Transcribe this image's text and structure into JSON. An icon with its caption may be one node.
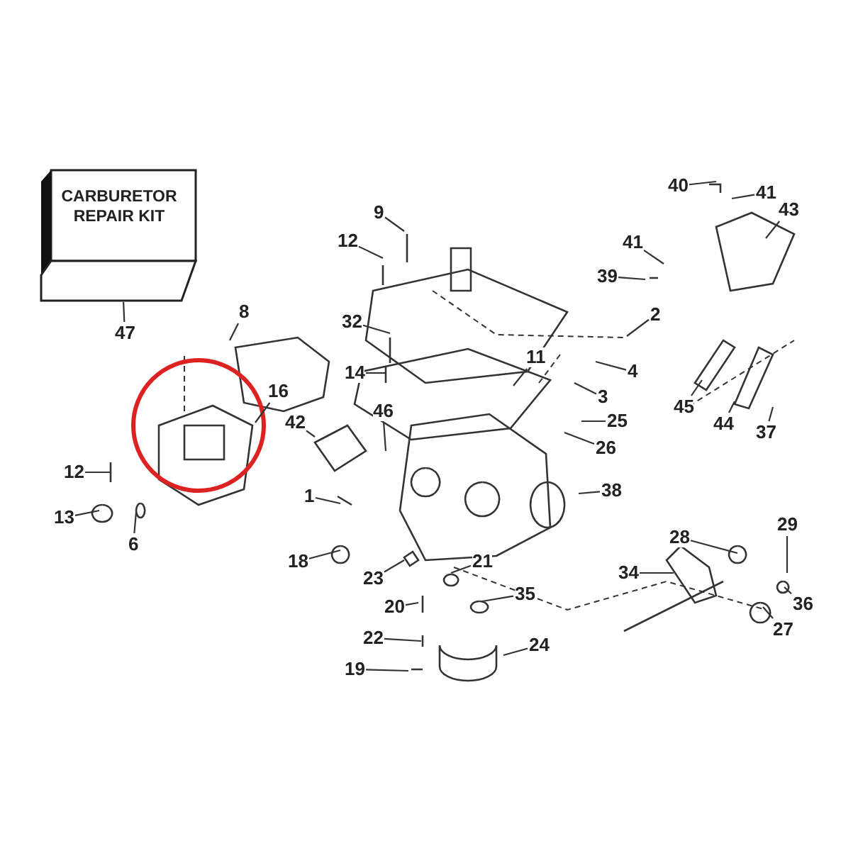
{
  "diagram": {
    "nodes": [
      {
        "text": [
          "CARBURETOR REPAIR KIT"
        ]
      },
      {
        "text": [
          "40"
        ]
      },
      {
        "text": [
          "41"
        ]
      },
      {
        "text": [
          "43"
        ]
      },
      {
        "text": [
          "9"
        ]
      },
      {
        "text": [
          "12"
        ]
      },
      {
        "text": [
          "41"
        ]
      },
      {
        "text": [
          "39"
        ]
      },
      {
        "text": [
          "8"
        ]
      },
      {
        "text": [
          "2"
        ]
      },
      {
        "text": [
          "32"
        ]
      },
      {
        "text": [
          "47"
        ]
      },
      {
        "text": [
          "11"
        ]
      },
      {
        "text": [
          "14"
        ]
      },
      {
        "text": [
          "4"
        ]
      },
      {
        "text": [
          "3"
        ]
      },
      {
        "text": [
          "16"
        ]
      },
      {
        "text": [
          "45"
        ]
      },
      {
        "text": [
          "46"
        ]
      },
      {
        "text": [
          "42"
        ]
      },
      {
        "text": [
          "25"
        ]
      },
      {
        "text": [
          "44"
        ]
      },
      {
        "text": [
          "37"
        ]
      },
      {
        "text": [
          "26"
        ]
      },
      {
        "text": [
          "12"
        ]
      },
      {
        "text": [
          "38"
        ]
      },
      {
        "text": [
          "1"
        ]
      },
      {
        "text": [
          "13"
        ]
      },
      {
        "text": [
          "29"
        ]
      },
      {
        "text": [
          "28"
        ]
      },
      {
        "text": [
          "6"
        ]
      },
      {
        "text": [
          "18"
        ]
      },
      {
        "text": [
          "21"
        ]
      },
      {
        "text": [
          "34"
        ]
      },
      {
        "text": [
          "23"
        ]
      },
      {
        "text": [
          "35"
        ]
      },
      {
        "text": [
          "36"
        ]
      },
      {
        "text": [
          "20"
        ]
      },
      {
        "text": [
          "27"
        ]
      },
      {
        "text": [
          "22"
        ]
      },
      {
        "text": [
          "24"
        ]
      },
      {
        "text": [
          "19"
        ]
      }
    ],
    "edges": [
      {
        "from": 1,
        "to": null,
        "arrow": "none"
      },
      {
        "from": 2,
        "to": null,
        "arrow": "none"
      },
      {
        "from": 3,
        "to": null,
        "arrow": "none"
      },
      {
        "from": 4,
        "to": null,
        "arrow": "none"
      },
      {
        "from": 5,
        "to": null,
        "arrow": "none"
      },
      {
        "from": 6,
        "to": null,
        "arrow": "none"
      },
      {
        "from": 7,
        "to": null,
        "arrow": "none"
      },
      {
        "from": 8,
        "to": null,
        "arrow": "none"
      },
      {
        "from": 9,
        "to": null,
        "arrow": "none"
      },
      {
        "from": 10,
        "to": null,
        "arrow": "none"
      },
      {
        "from": 11,
        "to": 0,
        "arrow": "none"
      },
      {
        "from": 12,
        "to": null,
        "arrow": "none"
      },
      {
        "from": 13,
        "to": null,
        "arrow": "none"
      },
      {
        "from": 14,
        "to": null,
        "arrow": "none"
      },
      {
        "from": 15,
        "to": null,
        "arrow": "none"
      },
      {
        "from": 16,
        "to": null,
        "arrow": "none"
      },
      {
        "from": 17,
        "to": null,
        "arrow": "none"
      },
      {
        "from": 18,
        "to": null,
        "arrow": "none"
      },
      {
        "from": 19,
        "to": null,
        "arrow": "none"
      },
      {
        "from": 20,
        "to": null,
        "arrow": "none"
      },
      {
        "from": 21,
        "to": null,
        "arrow": "none"
      },
      {
        "from": 22,
        "to": null,
        "arrow": "none"
      },
      {
        "from": 23,
        "to": null,
        "arrow": "none"
      },
      {
        "from": 24,
        "to": null,
        "arrow": "none"
      },
      {
        "from": 25,
        "to": null,
        "arrow": "none"
      },
      {
        "from": 26,
        "to": null,
        "arrow": "none"
      },
      {
        "from": 27,
        "to": null,
        "arrow": "none"
      },
      {
        "from": 28,
        "to": null,
        "arrow": "none"
      },
      {
        "from": 29,
        "to": null,
        "arrow": "none"
      },
      {
        "from": 30,
        "to": null,
        "arrow": "none"
      },
      {
        "from": 31,
        "to": null,
        "arrow": "none"
      },
      {
        "from": 32,
        "to": null,
        "arrow": "none"
      },
      {
        "from": 33,
        "to": null,
        "arrow": "none"
      },
      {
        "from": 34,
        "to": null,
        "arrow": "none"
      },
      {
        "from": 35,
        "to": null,
        "arrow": "none"
      },
      {
        "from": 36,
        "to": null,
        "arrow": "none"
      },
      {
        "from": 37,
        "to": null,
        "arrow": "none"
      },
      {
        "from": 38,
        "to": null,
        "arrow": "none"
      },
      {
        "from": 39,
        "to": null,
        "arrow": "none"
      },
      {
        "from": 40,
        "to": null,
        "arrow": "none"
      },
      {
        "from": 41,
        "to": null,
        "arrow": "none"
      }
    ]
  }
}
